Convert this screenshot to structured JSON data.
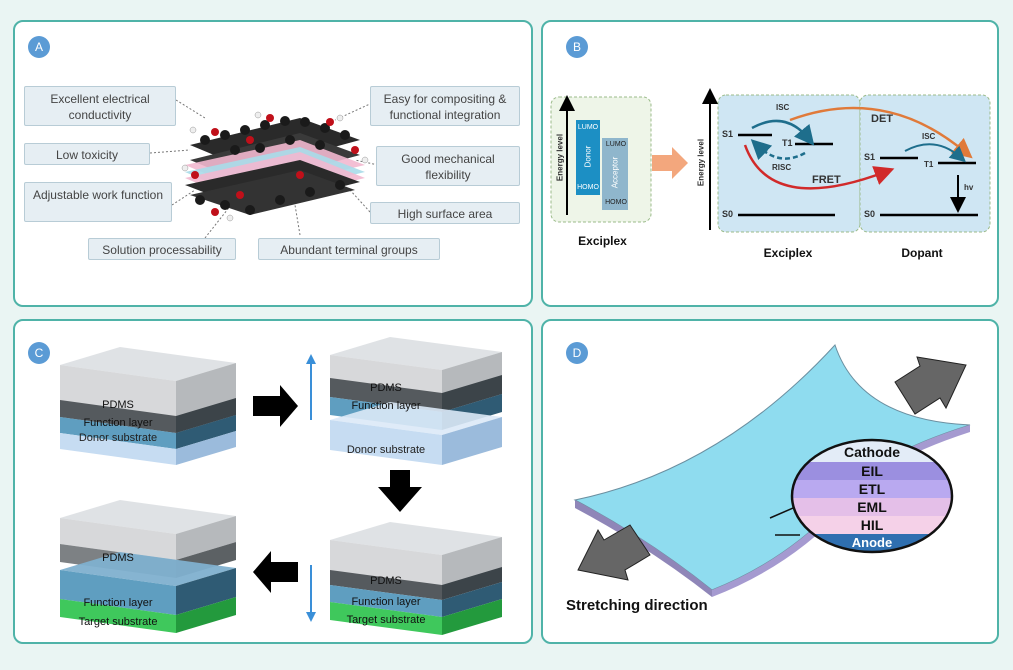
{
  "panels": {
    "a": {
      "badge": "A"
    },
    "b": {
      "badge": "B"
    },
    "c": {
      "badge": "C"
    },
    "d": {
      "badge": "D"
    }
  },
  "panelA": {
    "labels": [
      "Excellent electrical conductivity",
      "Low toxicity",
      "Adjustable work function",
      "Solution processability",
      "Abundant terminal groups",
      "Easy for compositing & functional integration",
      "Good mechanical flexibility",
      "High surface area"
    ]
  },
  "panelB": {
    "energy_level": "Energy level",
    "lumo": "LUMO",
    "homo": "HOMO",
    "donor": "Donor",
    "acceptor": "Acceptor",
    "exciplex_left": "Exciplex",
    "s1": "S1",
    "t1": "T1",
    "s0": "S0",
    "isc": "ISC",
    "risc": "RISC",
    "det": "DET",
    "fret": "FRET",
    "hv": "hv",
    "exciplex_right": "Exciplex",
    "dopant": "Dopant"
  },
  "panelC": {
    "pdms": "PDMS",
    "function_layer": "Function layer",
    "donor_substrate": "Donor substrate",
    "target_substrate": "Target substrate"
  },
  "panelD": {
    "layers": [
      "Cathode",
      "EIL",
      "ETL",
      "EML",
      "HIL",
      "Anode"
    ],
    "stretching": "Stretching direction"
  },
  "colors": {
    "border": "#4fb3a8",
    "badge": "#5b9bd5",
    "pdms": "#c9cbcd",
    "function_layer": "#5f9ec0",
    "donor_substrate": "#c6dcf2",
    "target_substrate": "#3fc85c",
    "film": "#8fdcef",
    "det_arrow": "#e07a3a",
    "fret_arrow": "#d12a2a",
    "isc_arrow": "#1e6e8c"
  }
}
